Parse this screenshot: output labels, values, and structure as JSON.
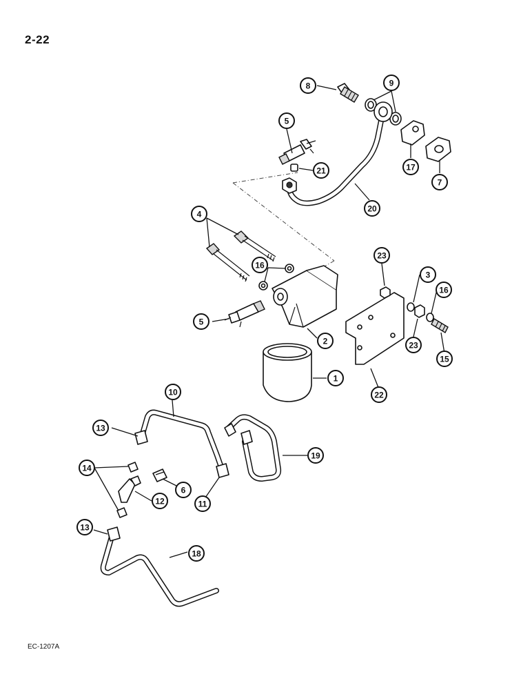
{
  "page_number": "2-22",
  "figure_code": "EC-1207A",
  "callouts": [
    "8",
    "9",
    "5",
    "21",
    "17",
    "7",
    "20",
    "4",
    "16",
    "23",
    "3",
    "16",
    "5",
    "2",
    "23",
    "15",
    "1",
    "22",
    "10",
    "13",
    "19",
    "14",
    "6",
    "12",
    "11",
    "13",
    "18"
  ]
}
